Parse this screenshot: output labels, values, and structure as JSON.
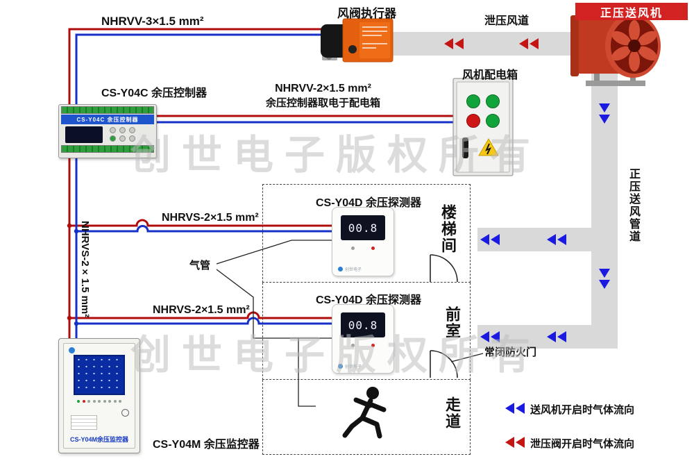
{
  "watermark": "创世电子版权所有",
  "title_banner": "正压送风机",
  "labels": {
    "cable_actuator": "NHRVV-3×1.5 mm²",
    "actuator": "风阀执行器",
    "relief_duct": "泄压风道",
    "controller": "CS-Y04C 余压控制器",
    "power_cable_line1": "NHRVV-2×1.5 mm²",
    "power_cable_line2": "余压控制器取电于配电箱",
    "distribution_box": "风机配电箱",
    "detector1": "CS-Y04D 余压探测器",
    "detector2": "CS-Y04D 余压探测器",
    "room_stairwell": "楼梯间",
    "room_front_room": "前室",
    "room_corridor": "走道",
    "bus_cable_1": "NHRVS-2×1.5 mm²",
    "bus_cable_2": "NHRVS-2×1.5 mm²",
    "bus_cable_vertical": "NHRVS-2×1.5 mm²",
    "air_tube": "气管",
    "fire_door": "常闭防火门",
    "monitor": "CS-Y04M 余压监控器",
    "supply_duct_vertical": "正压送风管道"
  },
  "devices": {
    "controller_band": "CS-Y04C 余压控制器",
    "detector1_display": "00.8",
    "detector2_display": "00.8",
    "detector_logo": "创世电子",
    "monitor_panel_label": "CS-Y04M余压监控器"
  },
  "legend": {
    "supply": {
      "label": "送风机开启时气体流向",
      "color": "#1a1ae0"
    },
    "relief": {
      "label": "泄压阀开启时气体流向",
      "color": "#c41414"
    }
  },
  "colors": {
    "wire_red": "#b00c0c",
    "wire_blue": "#1430c8",
    "duct_gray": "#d9d9d9",
    "arrow_blue": "#1a1ae0",
    "arrow_red": "#c41414"
  }
}
